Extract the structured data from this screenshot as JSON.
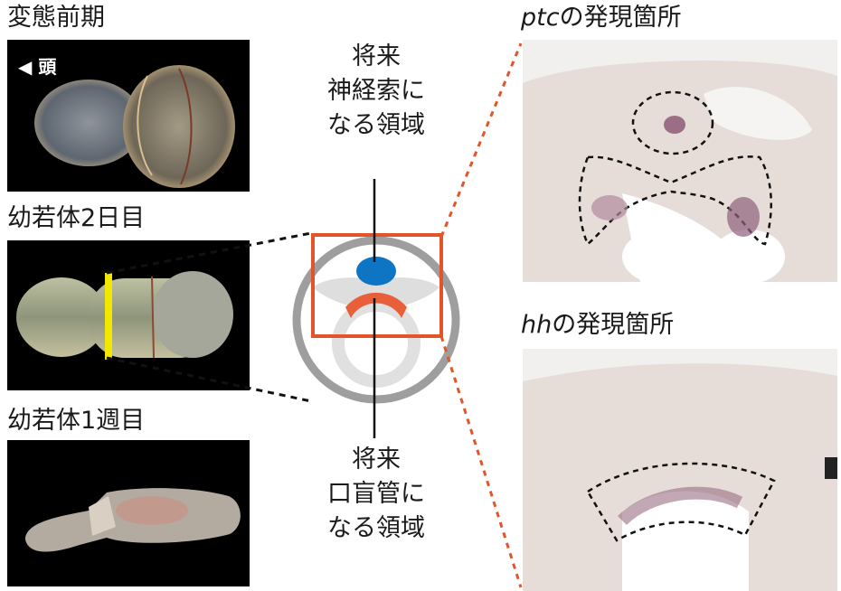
{
  "left": {
    "stage1": "変態前期",
    "stage2": "幼若体2日目",
    "stage3": "幼若体1週目",
    "head_marker": "◀ 頭"
  },
  "center": {
    "top_lines": [
      "将来",
      "神経索に",
      "なる領域"
    ],
    "bottom_lines": [
      "将来",
      "口盲管に",
      "なる領域"
    ]
  },
  "right": {
    "ptc_gene": "ptc",
    "ptc_suffix": "の発現箇所",
    "hh_gene": "hh",
    "hh_suffix": "の発現箇所"
  },
  "colors": {
    "neural_blue": "#0e74c4",
    "stomochord_orange": "#e8603a",
    "box_orange": "#e2552b",
    "ring_gray": "#9e9e9e",
    "marker_yellow": "#f3e600"
  }
}
